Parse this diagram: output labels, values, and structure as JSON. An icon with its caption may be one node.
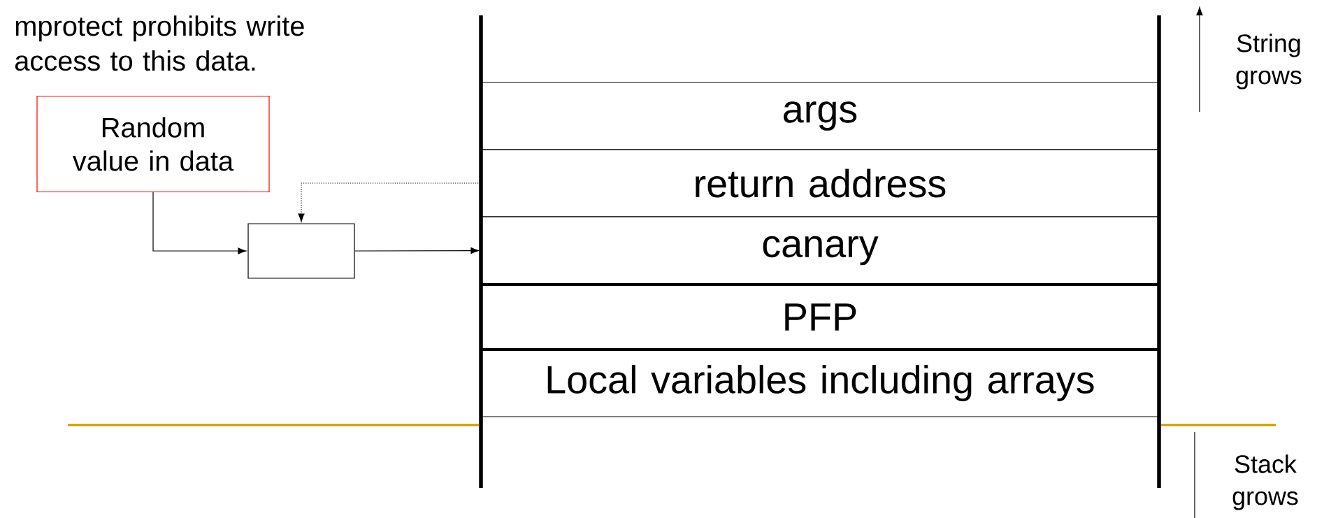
{
  "diagram": {
    "nodes": [
      {
        "text": [
          "Random value in data"
        ]
      },
      {
        "text": [],
        "shape": "box"
      },
      {
        "text": [
          "args"
        ]
      },
      {
        "text": [
          "return address"
        ]
      },
      {
        "text": [
          "canary"
        ]
      },
      {
        "text": [
          "PFP"
        ]
      },
      {
        "text": [
          "Local variables including arrays"
        ]
      }
    ],
    "edges": [
      {
        "from": 0,
        "to": 1,
        "arrow": "to"
      },
      {
        "from": 1,
        "to": 4,
        "arrow": "to"
      },
      {
        "from": 3,
        "to": 1,
        "arrow": "to",
        "style": "dashed"
      }
    ],
    "labels": [
      "mprotect prohibits write access to this data.",
      "String grows",
      "Stack grows"
    ]
  }
}
